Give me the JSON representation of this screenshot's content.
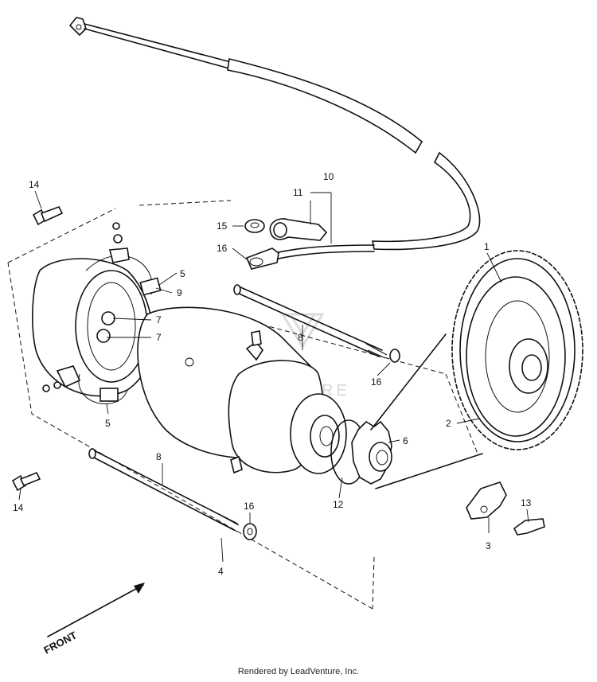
{
  "callouts": {
    "c1": "1",
    "c2": "2",
    "c3": "3",
    "c4": "4",
    "c5a": "5",
    "c5b": "5",
    "c6": "6",
    "c7a": "7",
    "c7b": "7",
    "c8a": "8",
    "c8b": "8",
    "c9": "9",
    "c10": "10",
    "c11": "11",
    "c12": "12",
    "c13": "13",
    "c14a": "14",
    "c14b": "14",
    "c15": "15",
    "c16a": "16",
    "c16b": "16",
    "c16c": "16"
  },
  "front_label": "FRONT",
  "watermark": "LEADVENTURE",
  "footer": "Rendered by LeadVenture, Inc."
}
